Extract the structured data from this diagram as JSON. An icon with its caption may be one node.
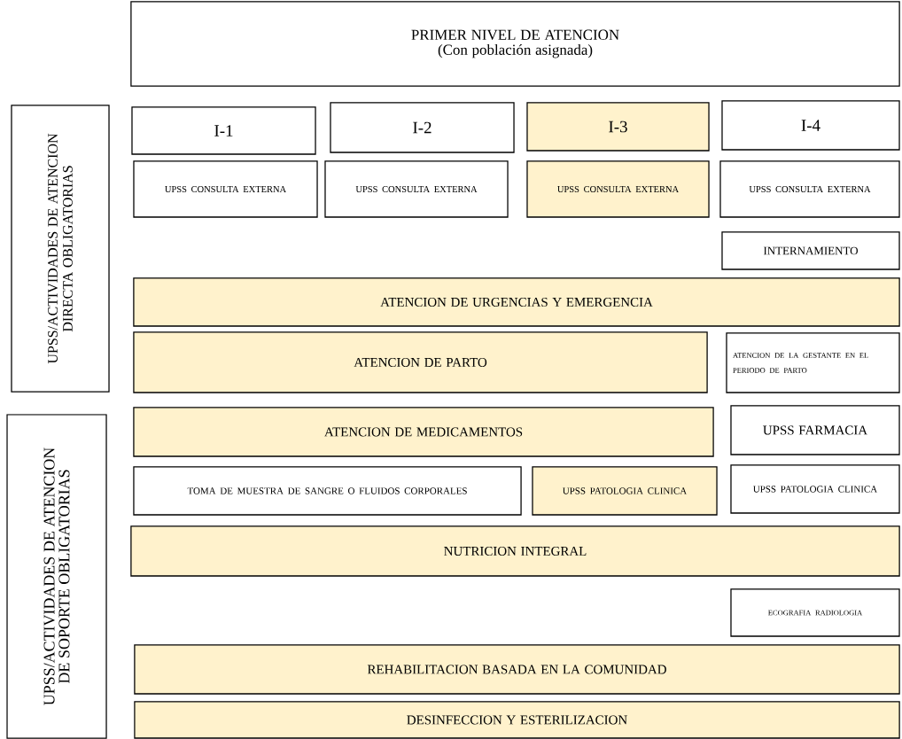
{
  "diagram": {
    "nodes": [
      {
        "text": [
          "PRIMER NIVEL DE ATENCION",
          "(Con población asignada)"
        ]
      },
      {
        "text": [
          "UPSS/ACTIVIDADES DE ATENCION DIRECTA OBLIGATORIAS"
        ]
      },
      {
        "text": [
          "I-1"
        ]
      },
      {
        "text": [
          "I-2"
        ]
      },
      {
        "text": [
          "I-3"
        ]
      },
      {
        "text": [
          "I-4"
        ]
      },
      {
        "text": [
          "UPSS CONSULTA EXTERNA"
        ]
      },
      {
        "text": [
          "UPSS CONSULTA EXTERNA"
        ]
      },
      {
        "text": [
          "UPSS CONSULTA EXTERNA"
        ]
      },
      {
        "text": [
          "UPSS CONSULTA EXTERNA"
        ]
      },
      {
        "text": [
          "INTERNAMIENTO"
        ]
      },
      {
        "text": [
          "ATENCION DE URGENCIAS Y EMERGENCIA"
        ]
      },
      {
        "text": [
          "ATENCION DE PARTO"
        ]
      },
      {
        "text": [
          "ATENCION DE LA GESTANTE EN EL PERIODO DE PARTO"
        ]
      },
      {
        "text": [
          "UPSS/ACTIVIDADES DE ATENCION DE SOPORTE OBLIGATORIAS"
        ]
      },
      {
        "text": [
          "ATENCION DE MEDICAMENTOS"
        ]
      },
      {
        "text": [
          "UPSS FARMACIA"
        ]
      },
      {
        "text": [
          "TOMA DE MUESTRA DE SANGRE O FLUIDOS CORPORALES"
        ]
      },
      {
        "text": [
          "UPSS PATOLOGIA CLINICA"
        ]
      },
      {
        "text": [
          "UPSS PATOLOGIA CLINICA"
        ]
      },
      {
        "text": [
          "NUTRICION INTEGRAL"
        ]
      },
      {
        "text": [
          "ECOGRAFIA RADIOLOGIA"
        ]
      },
      {
        "text": [
          "REHABILITACION BASADA EN LA COMUNIDAD"
        ]
      },
      {
        "text": [
          "DESINFECCION Y ESTERILIZACION"
        ]
      }
    ]
  }
}
